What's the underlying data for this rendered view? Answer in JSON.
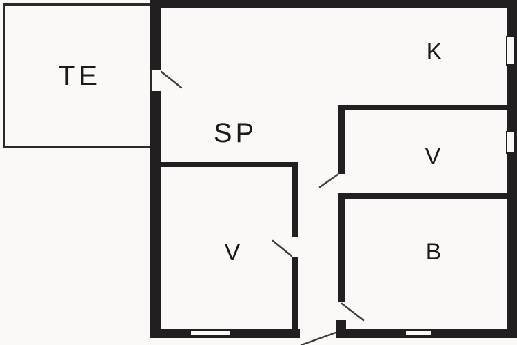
{
  "colors": {
    "background": "#faf9f7",
    "wall": "#211f20",
    "outline": "#2b2929",
    "door_line": "#3f3c3b"
  },
  "rooms": [
    {
      "id": "te",
      "label": "TE"
    },
    {
      "id": "k",
      "label": "K"
    },
    {
      "id": "sp",
      "label": "SP"
    },
    {
      "id": "v_right",
      "label": "V"
    },
    {
      "id": "b",
      "label": "B"
    },
    {
      "id": "v_bottom",
      "label": "V"
    }
  ]
}
